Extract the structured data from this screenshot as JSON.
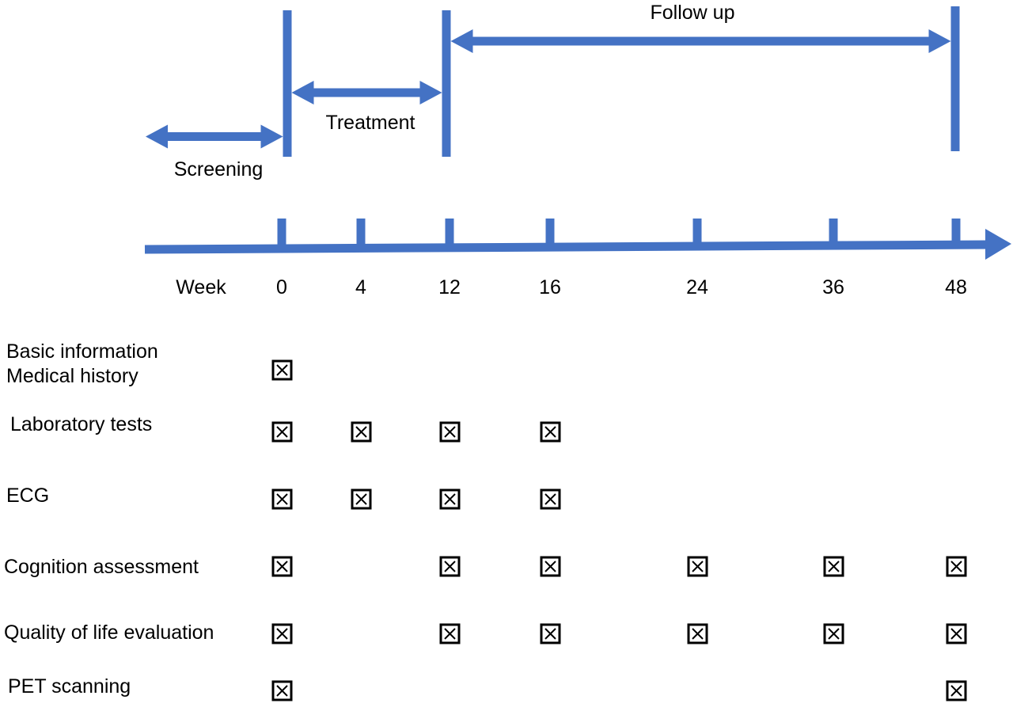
{
  "colors": {
    "arrow_blue": "#4472C4",
    "text": "#000000"
  },
  "phases": [
    {
      "name": "screening",
      "label": "Screening"
    },
    {
      "name": "treatment",
      "label": "Treatment"
    },
    {
      "name": "follow-up",
      "label": "Follow up"
    }
  ],
  "timeline": {
    "axis_label": "Week",
    "weeks": [
      "0",
      "4",
      "12",
      "16",
      "24",
      "36",
      "48"
    ]
  },
  "schedule": {
    "rows": [
      {
        "label_lines": [
          "Basic information",
          "Medical history"
        ],
        "checked_weeks": [
          "0"
        ]
      },
      {
        "label_lines": [
          "Laboratory tests"
        ],
        "checked_weeks": [
          "0",
          "4",
          "12",
          "16"
        ]
      },
      {
        "label_lines": [
          "ECG"
        ],
        "checked_weeks": [
          "0",
          "4",
          "12",
          "16"
        ]
      },
      {
        "label_lines": [
          "Cognition assessment"
        ],
        "checked_weeks": [
          "0",
          "12",
          "16",
          "24",
          "36",
          "48"
        ]
      },
      {
        "label_lines": [
          "Quality of life evaluation"
        ],
        "checked_weeks": [
          "0",
          "12",
          "16",
          "24",
          "36",
          "48"
        ]
      },
      {
        "label_lines": [
          "PET scanning"
        ],
        "checked_weeks": [
          "0",
          "48"
        ]
      }
    ]
  }
}
